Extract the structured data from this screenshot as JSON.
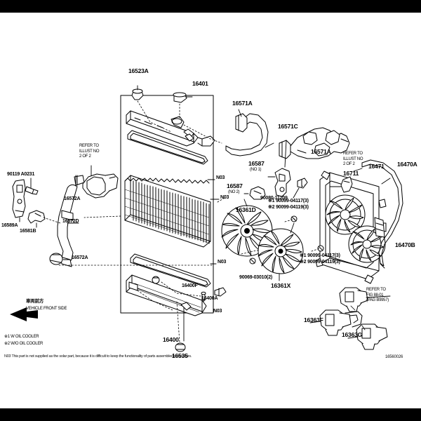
{
  "document": {
    "type": "parts-catalog-illustration",
    "subject": "Radiator & Water Outlet / Cooling Fan",
    "diagram_code": "16560026"
  },
  "frame": {
    "top_band_color": "#000000",
    "bottom_band_color": "#000000",
    "background": "#ffffff",
    "line_color": "#000000"
  },
  "labels": {
    "cap_16523a": "16523A",
    "cap_16401": "16401",
    "hose_16571a_left": "16571A",
    "hose_16571c": "16571C",
    "hose_16571a_mid": "16571A",
    "refer_illust_left": "REFER TO\nILLUST NO\n2 OF 2",
    "refer_illust_right": "REFER TO\nILLUST NO\n2 OF 2",
    "bolt_90119": "90119 A0231",
    "bracket_16589a": "16589A",
    "clamp_16581b": "16581B",
    "clamp_16572a_top": "16572A",
    "hose_16572d": "16572D",
    "clamp_16572a_bottom": "16572A",
    "n03_a": "N03",
    "n03_b": "N03",
    "n03_c": "N03",
    "n03_d": "N03",
    "bracket_16587_no1": "16587",
    "bracket_16587_no1_sub": "(NO 1)",
    "bracket_16587_no2": "16587",
    "bracket_16587_no2_sub": "(NO 2)",
    "bolt_90080": "90080-11209",
    "fan_16361d": "16361D",
    "fan_16361x": "16361X",
    "shroud_16711": "16711",
    "clip_16471": "16471",
    "hose_16470a": "16470A",
    "hose_16470b": "16470B",
    "screw_set_1": "※1 90099-04117(3)",
    "screw_set_2": "※2 90099-04119(3)",
    "screw_set_3": "※1 90099-04117(3)",
    "screw_set_4": "※2 90099-04119(3)",
    "nut_90069": "90069-03010(2)",
    "motor_16363f": "16363F",
    "motor_16363g": "16363G",
    "refer_fig": "REFER TO\nFIG 88-01\n(PAG B9957)",
    "tank_16400": "16400",
    "plug_16535": "16535",
    "bracket_16400f": "16400F",
    "bracket_16400a": "16400A"
  },
  "legend": {
    "arrow_jp": "車両前方",
    "arrow_en": "VEHICLE FRONT SIDE",
    "footnote_1": "※1 W OIL COOLER",
    "footnote_2": "※2 W/O OIL COOLER",
    "footnote_n03": "N03 This part is not supplied as the solar part, because it is difficult to keep the functionality of parts assembled downstairs.",
    "diagram_id": "16560026"
  }
}
